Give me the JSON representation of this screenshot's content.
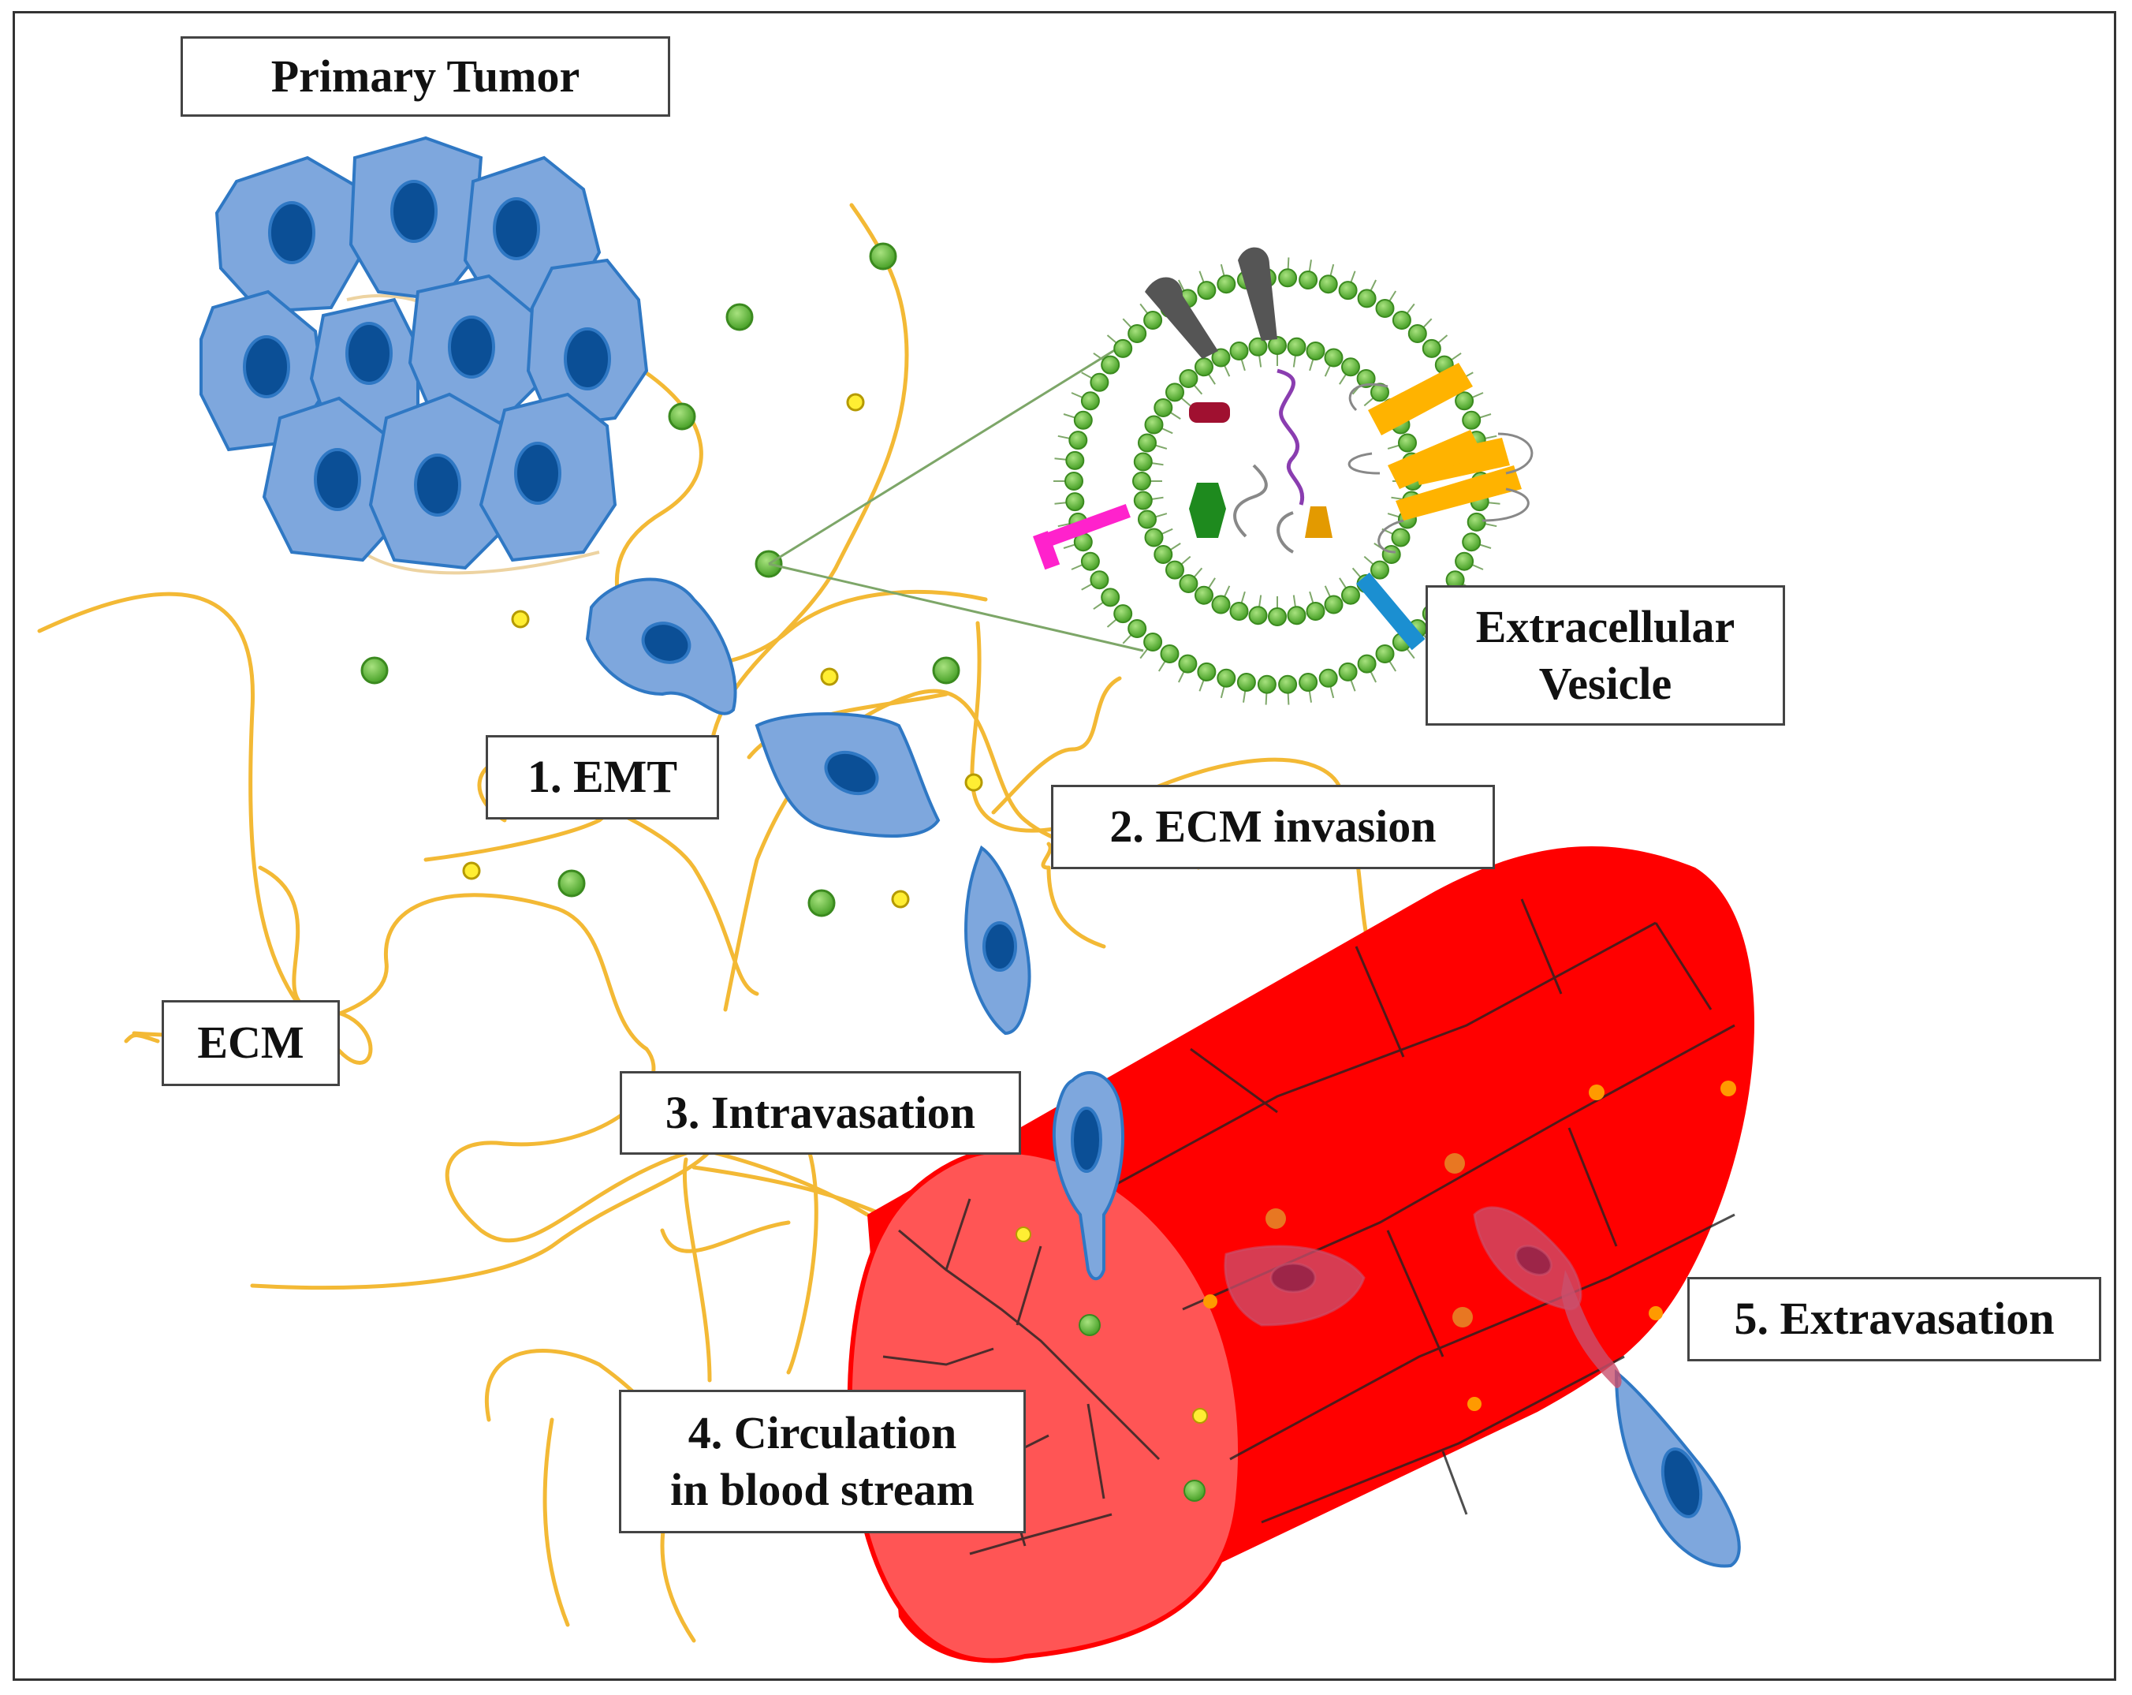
{
  "labels": {
    "primary_tumor": "Primary Tumor",
    "extracellular_vesicle": "Extracellular\nVesicle",
    "emt": "1. EMT",
    "ecm_invasion": "2. ECM invasion",
    "ecm": "ECM",
    "intravasation": "3. Intravasation",
    "circulation": "4. Circulation\nin blood stream",
    "extravasation": "5. Extravasation"
  },
  "colors": {
    "cell_fill": "#7ea7dd",
    "cell_stroke": "#2f78c4",
    "nucleus": "#0b4f96",
    "fiber": "#f3b935",
    "vesicle_green": "#6cc24a",
    "vesicle_dot_yellow": "#ffee33",
    "vessel_red": "#ff0000",
    "vessel_lumen": "#ff5555",
    "cell_in_vessel": "#c9506d",
    "marker_orange": "#e87722",
    "magenta_receptor": "#ff22cc",
    "blue_receptor": "#1b8fd1",
    "gold_receptor": "#ffb300",
    "dark_receptor": "#555555",
    "cargo_red": "#a01030",
    "cargo_green": "#1e8a1e",
    "cargo_orange": "#e39a00",
    "cargo_purple": "#8a3db0"
  }
}
